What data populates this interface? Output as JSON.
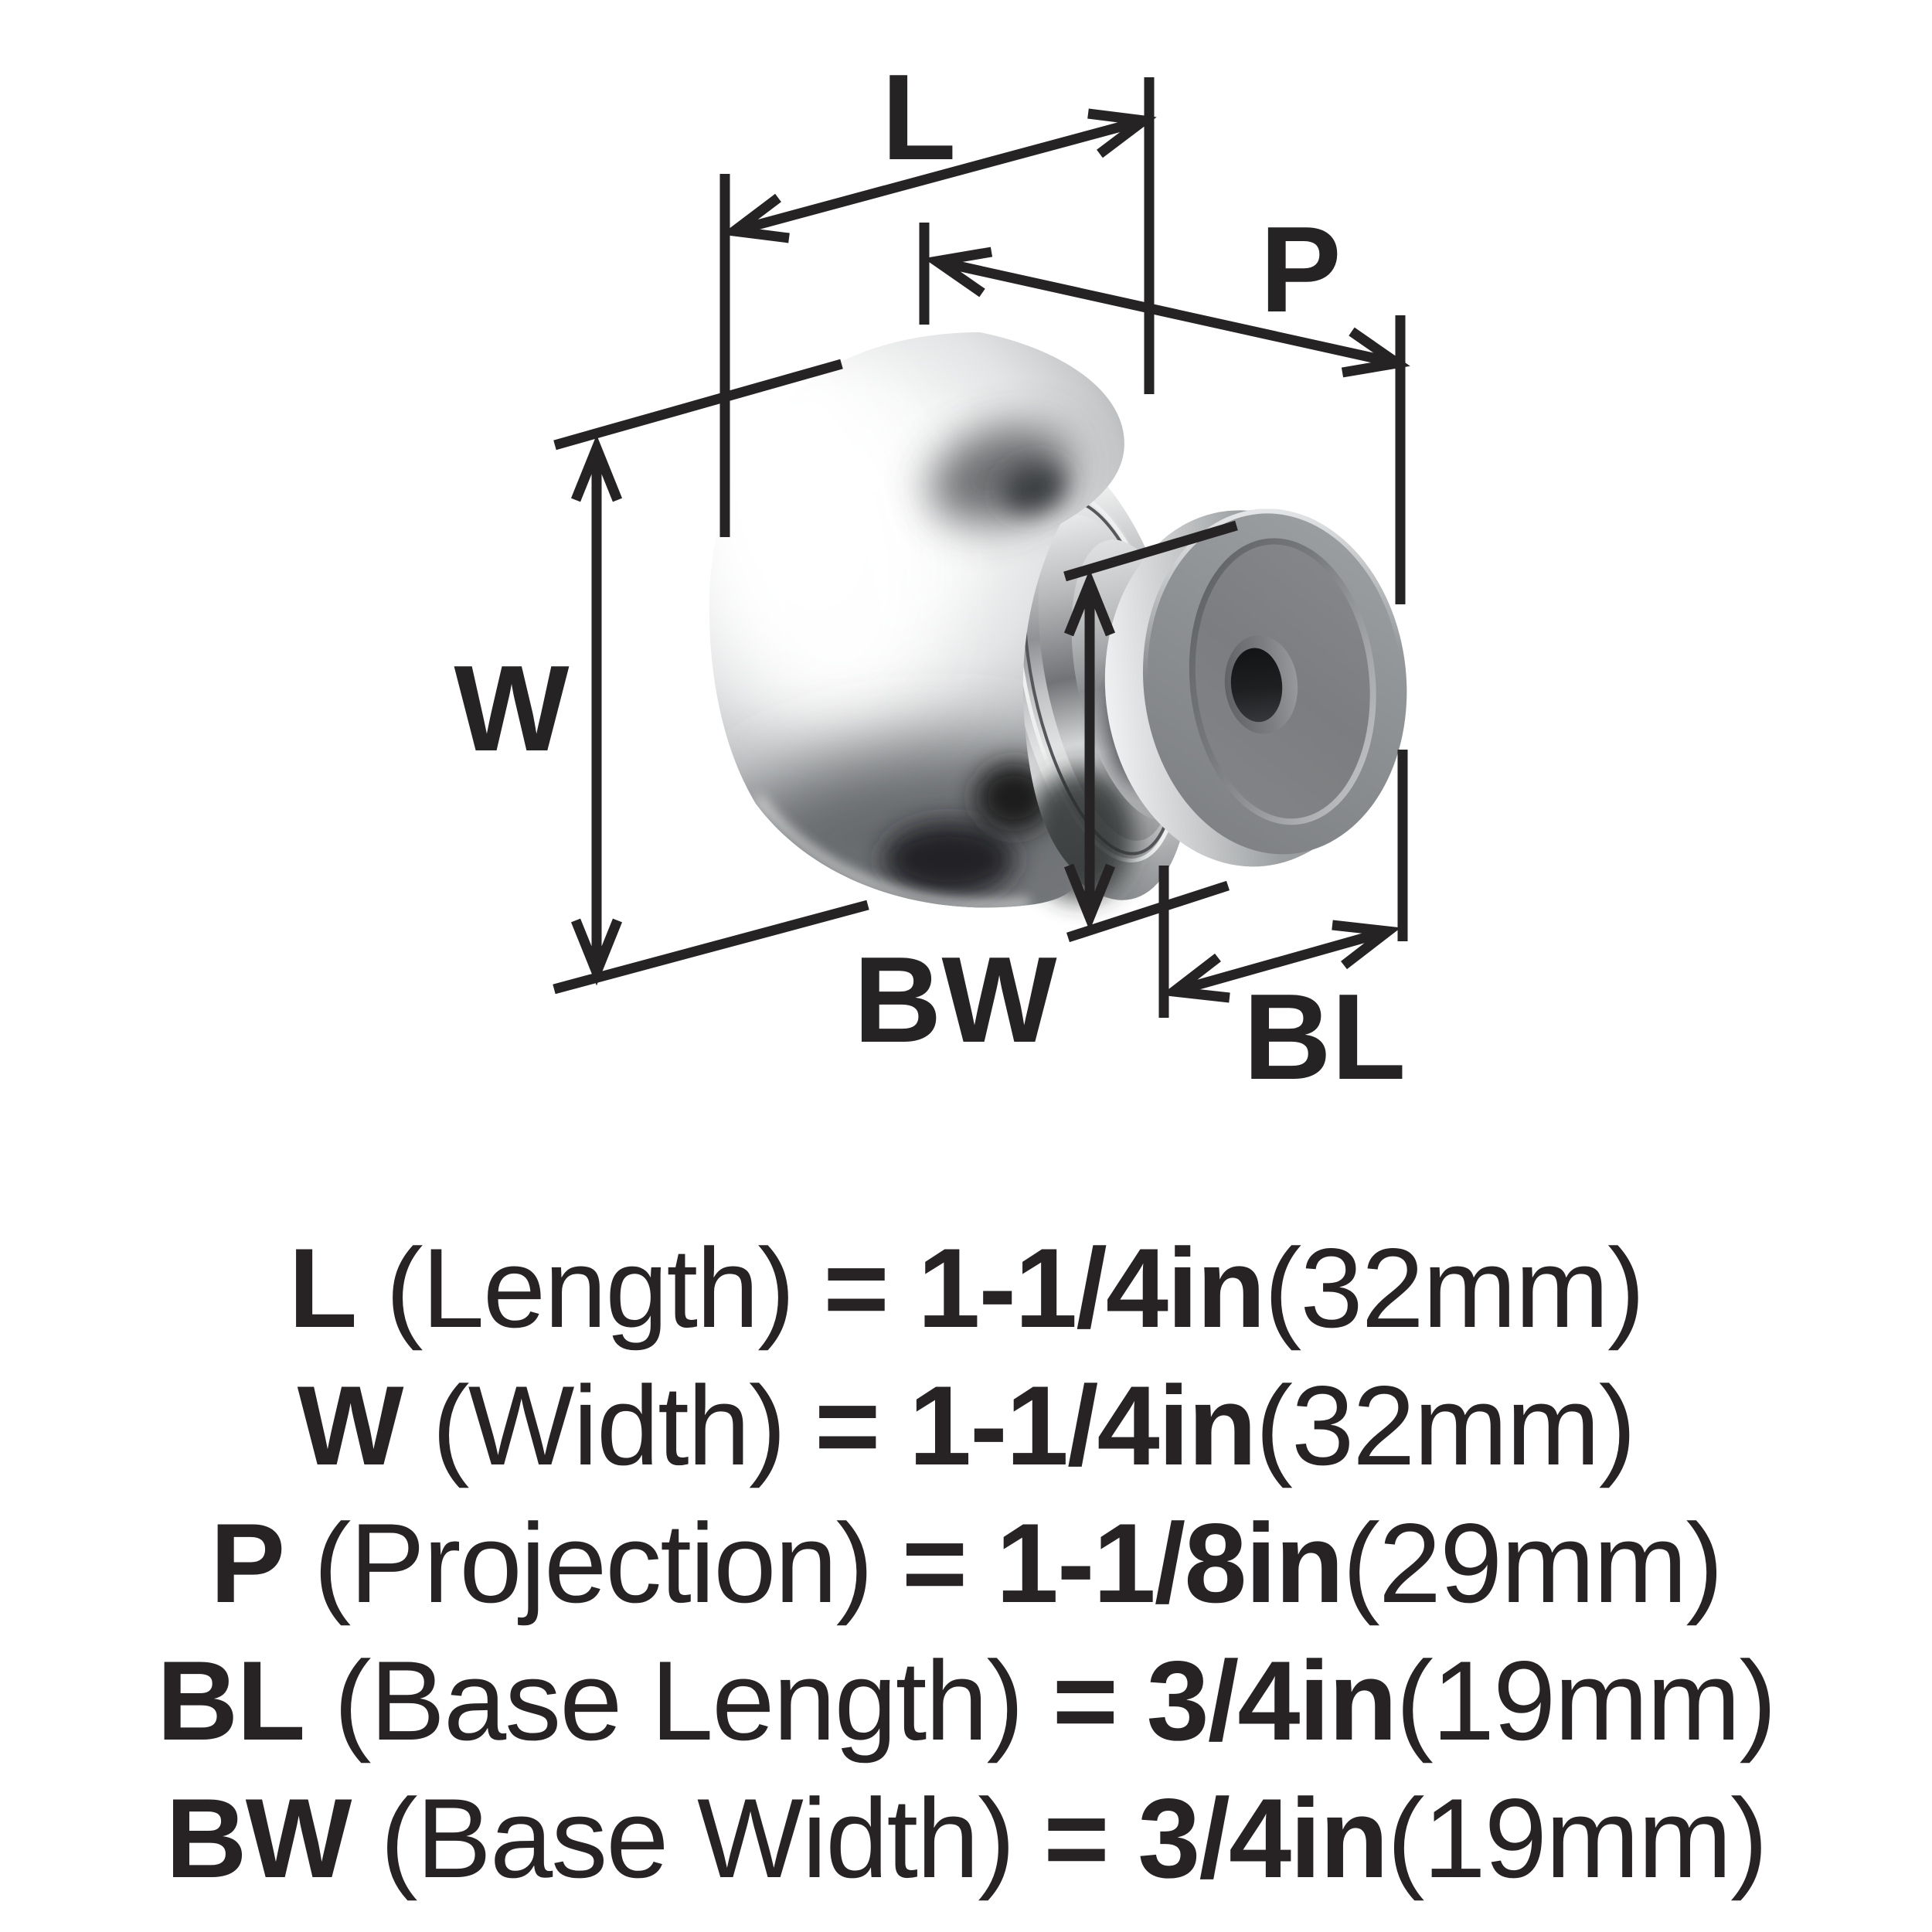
{
  "page": {
    "background": "#ffffff"
  },
  "colors": {
    "line": "#262324",
    "text": "#272324",
    "chrome_highlight": "#ffffff",
    "chrome_mid": "#c9cbcd",
    "chrome_dark": "#77797c",
    "base_plate_gray": "#8b8d90",
    "screw_hole_dark": "#1b1c1e"
  },
  "diagram": {
    "labels": {
      "length": "L",
      "projection": "P",
      "width": "W",
      "base_width": "BW",
      "base_length": "BL"
    }
  },
  "specs": [
    {
      "abbr": "L",
      "name": " (Length) ",
      "value": "= 1-1/4in",
      "metric": "(32mm)"
    },
    {
      "abbr": "W",
      "name": " (Width) ",
      "value": "= 1-1/4in",
      "metric": "(32mm)"
    },
    {
      "abbr": "P",
      "name": " (Projection) ",
      "value": "= 1-1/8in",
      "metric": "(29mm)"
    },
    {
      "abbr": "BL",
      "name": " (Base Length) ",
      "value": "= 3/4in",
      "metric": "(19mm)"
    },
    {
      "abbr": "BW",
      "name": " (Base Width) ",
      "value": "= 3/4in",
      "metric": "(19mm)"
    }
  ]
}
